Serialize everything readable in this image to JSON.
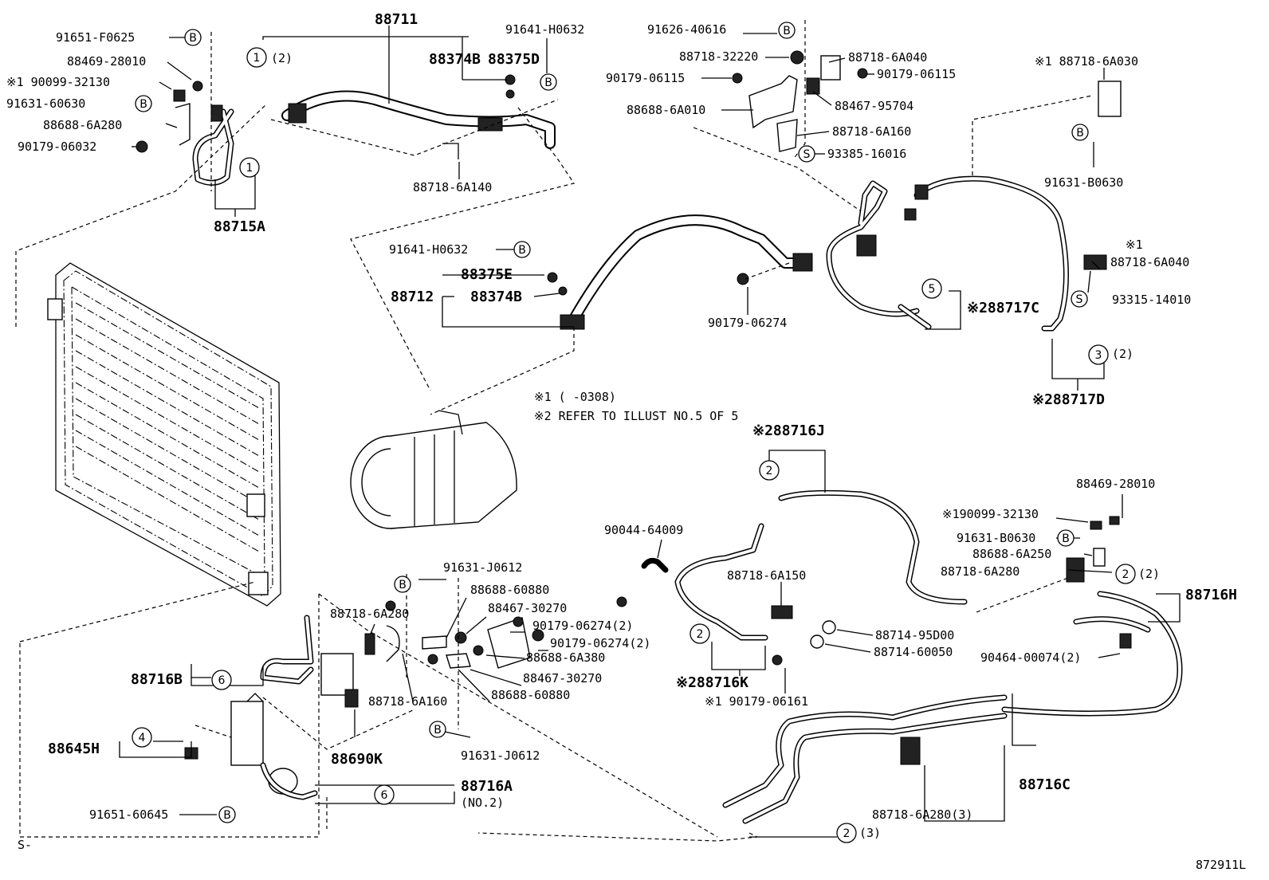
{
  "labels": {
    "p88711": "88711",
    "p91641_h0632_a": "91641-H0632",
    "p91651_f0625": "91651-F0625",
    "p88469_28010_a": "88469-28010",
    "p90099_32130_a": "※1 90099-32130",
    "p91631_60630": "91631-60630",
    "p88688_6a280": "88688-6A280",
    "p90179_06032": "90179-06032",
    "p88374b_a": "88374B",
    "p88375d": "88375D",
    "p88718_6a140": "88718-6A140",
    "p88715a": "88715A",
    "qty_2_a": "(2)",
    "p91626_40616": "91626-40616",
    "p88718_32220": "88718-32220",
    "p88718_6a040_a": "88718-6A040",
    "p90179_06115_a": "90179-06115",
    "p90179_06115_b": "90179-06115",
    "p88467_95704": "88467-95704",
    "p88688_6a010": "88688-6A010",
    "p88718_6a160_a": "88718-6A160",
    "p93385_16016": "93385-16016",
    "p88718_6a030": "※1 88718-6A030",
    "p91631_b0630_a": "91631-B0630",
    "p91641_h0632_b": "91641-H0632",
    "p88375e": "88375E",
    "p88712": "88712",
    "p88374b_b": "88374B",
    "p90179_06274": "90179-06274",
    "p88717c": "※288717C",
    "p88718_6a040_b_mark": "※1",
    "p88718_6a040_b": "88718-6A040",
    "p93315_14010": "93315-14010",
    "qty_2_b": "(2)",
    "p88717d": "※288717D",
    "note1": "※1 (     -0308)",
    "note2": "※2 REFER TO ILLUST NO.5 OF 5",
    "p88716j": "※288716J",
    "p88469_28010_b": "88469-28010",
    "p90099_32130_b": "※190099-32130",
    "p91631_b0630_b": "91631-B0630",
    "p88688_6a250": "88688-6A250",
    "p88718_6a280_b": "88718-6A280",
    "qty_2_c": "(2)",
    "p88716h": "88716H",
    "p90464_00074": "90464-00074(2)",
    "p90044_64009": "90044-64009",
    "p88718_6a150": "88718-6A150",
    "p88714_95d00": "88714-95D00",
    "p88714_60050": "88714-60050",
    "p88716k": "※288716K",
    "p90179_06161": "※1 90179-06161",
    "p91631_j0612_a": "91631-J0612",
    "p88688_60880_a": "88688-60880",
    "p88467_30270_a": "88467-30270",
    "p90179_06274_2a": "90179-06274(2)",
    "p90179_06274_2b": "90179-06274(2)",
    "p88688_6a380": "88688-6A380",
    "p88467_30270_b": "88467-30270",
    "p88688_60880_b": "88688-60880",
    "p88718_6a280_c": "88718-6A280",
    "p88718_6a160_b": "88718-6A160",
    "p88716b": "88716B",
    "p88645h": "88645H",
    "p88690k": "88690K",
    "p88716a": "88716A",
    "p88716a_no2": "(NO.2)",
    "p91651_60645": "91651-60645",
    "p91631_j0612_b": "91631-J0612",
    "p88716c": "88716C",
    "p88718_6a280_3": "88718-6A280(3)",
    "qty_3": "(3)",
    "footer_left": "S-",
    "footer_right": "872911L"
  },
  "callouts": {
    "c1": "1",
    "c2": "2",
    "c3": "3",
    "c4": "4",
    "c5": "5",
    "c6": "6",
    "b": "B",
    "s": "S"
  }
}
